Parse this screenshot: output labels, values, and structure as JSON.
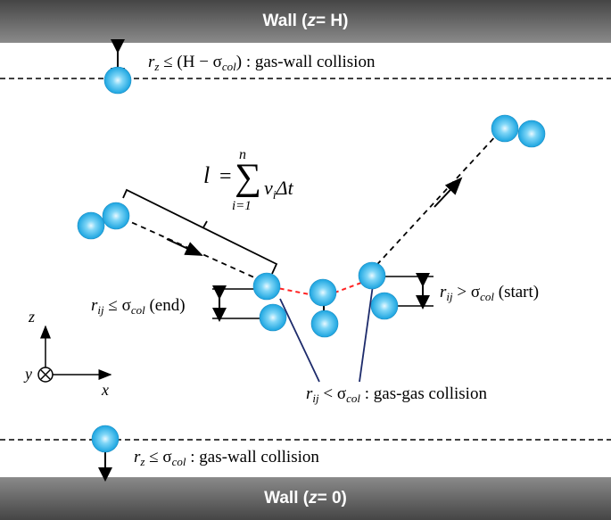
{
  "walls": {
    "top": {
      "prefix": "Wall (",
      "var": "z",
      "suffix": " = H)"
    },
    "bottom": {
      "prefix": "Wall (",
      "var": "z",
      "suffix": " = 0)"
    }
  },
  "labels": {
    "top_wall_collision": {
      "lhs": "r",
      "lhs_sub": "z",
      "relation": " ≤ (H − σ",
      "rel_sub": "col",
      "tail": ") : gas-wall collision"
    },
    "bottom_wall_collision": {
      "lhs": "r",
      "lhs_sub": "z",
      "relation": " ≤ σ",
      "rel_sub": "col",
      "tail": " : gas-wall collision"
    },
    "end_condition": {
      "lhs": "r",
      "lhs_sub": "ij",
      "relation": " ≤ σ",
      "rel_sub": "col",
      "tail": " (end)"
    },
    "start_condition": {
      "lhs": "r",
      "lhs_sub": "ij",
      "relation": " > σ",
      "rel_sub": "col",
      "tail": " (start)"
    },
    "gas_gas_collision": {
      "lhs": "r",
      "lhs_sub": "ij",
      "relation": " < σ",
      "rel_sub": "col",
      "tail": " : gas-gas collision"
    },
    "path_length": {
      "lhs": "l",
      "eq": "=",
      "sum_top": "n",
      "sum_bottom": "i=1",
      "term": "v",
      "term_sub": "i",
      "term_tail": "Δt"
    }
  },
  "axes": {
    "z": "z",
    "x": "x",
    "y": "y"
  },
  "colors": {
    "wall": "#6b6b6b",
    "molecule": "#2fb6ee",
    "molecule_highlight": "#e9f9ff",
    "collision_path": "#ff2222",
    "pointer_line": "#1d2b6b"
  }
}
